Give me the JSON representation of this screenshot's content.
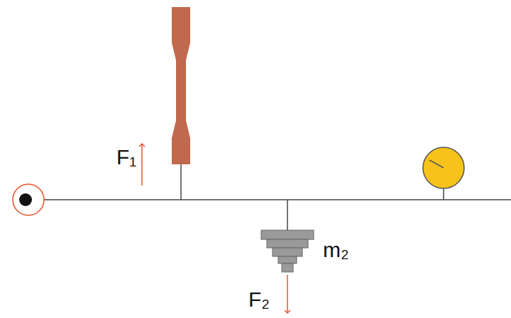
{
  "diagram": {
    "labels": [
      "F₁",
      "m₂",
      "F₂"
    ]
  }
}
